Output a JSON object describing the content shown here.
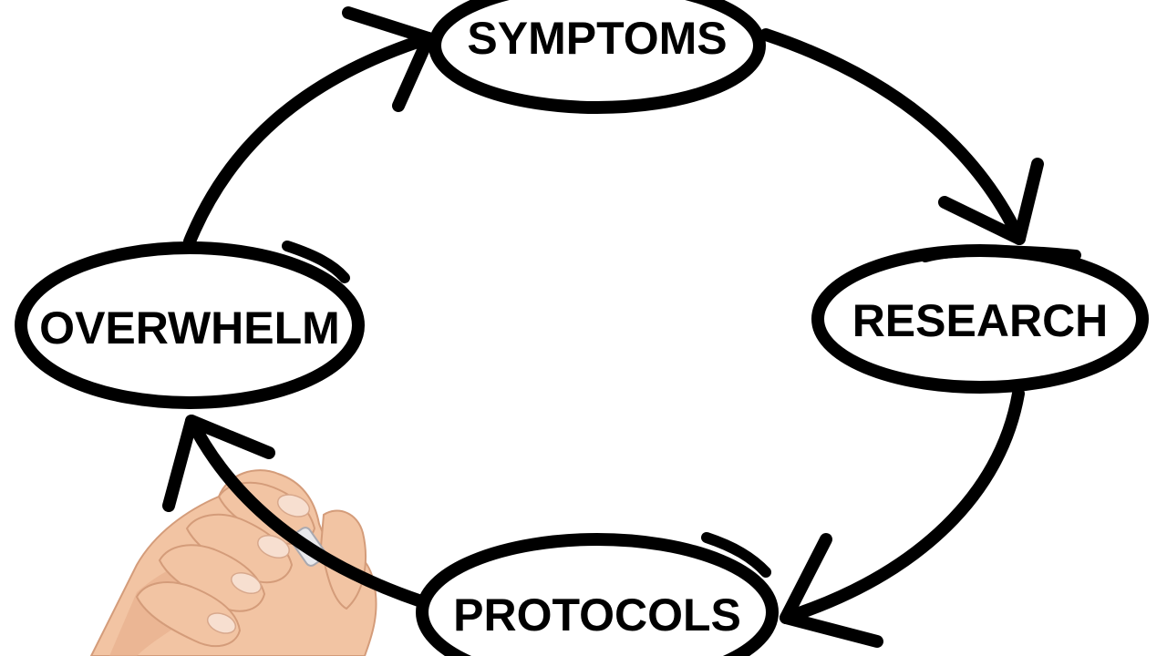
{
  "diagram": {
    "nodes": {
      "symptoms": "SYMPTOMS",
      "research": "RESEARCH",
      "protocols": "PROTOCOLS",
      "overwhelm": "OVERWHELM"
    },
    "flow": [
      "symptoms",
      "research",
      "protocols",
      "overwhelm",
      "symptoms"
    ],
    "ink_color": "#000000",
    "background_color": "#ffffff",
    "illustration": "hand-holding-marker"
  }
}
